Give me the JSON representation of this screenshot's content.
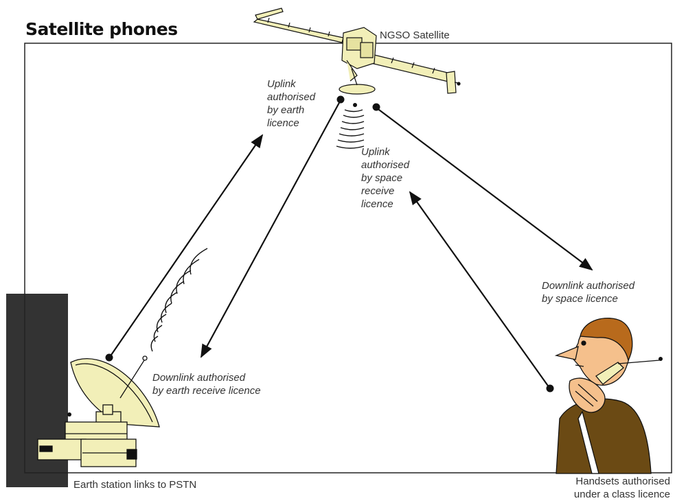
{
  "title": "Satellite phones",
  "satellite_label": "NGSO Satellite",
  "labels": {
    "uplink_earth": [
      "Uplink",
      "authorised",
      "by earth",
      "licence"
    ],
    "uplink_space_receive": [
      "Uplink",
      "authorised",
      "by space",
      "receive",
      "licence"
    ],
    "downlink_space": [
      "Downlink authorised",
      "by space licence"
    ],
    "downlink_earth_receive": [
      "Downlink authorised",
      "by earth receive licence"
    ]
  },
  "captions": {
    "earth_station": "Earth station links to PSTN",
    "handsets": [
      "Handsets authorised",
      "under a class licence"
    ]
  },
  "colors": {
    "frame": "#222222",
    "panel": "#333333",
    "equipment": "#f2efb8",
    "suit": "#6b4a14",
    "skin": "#f5c08c",
    "hair": "#b86a1c"
  }
}
